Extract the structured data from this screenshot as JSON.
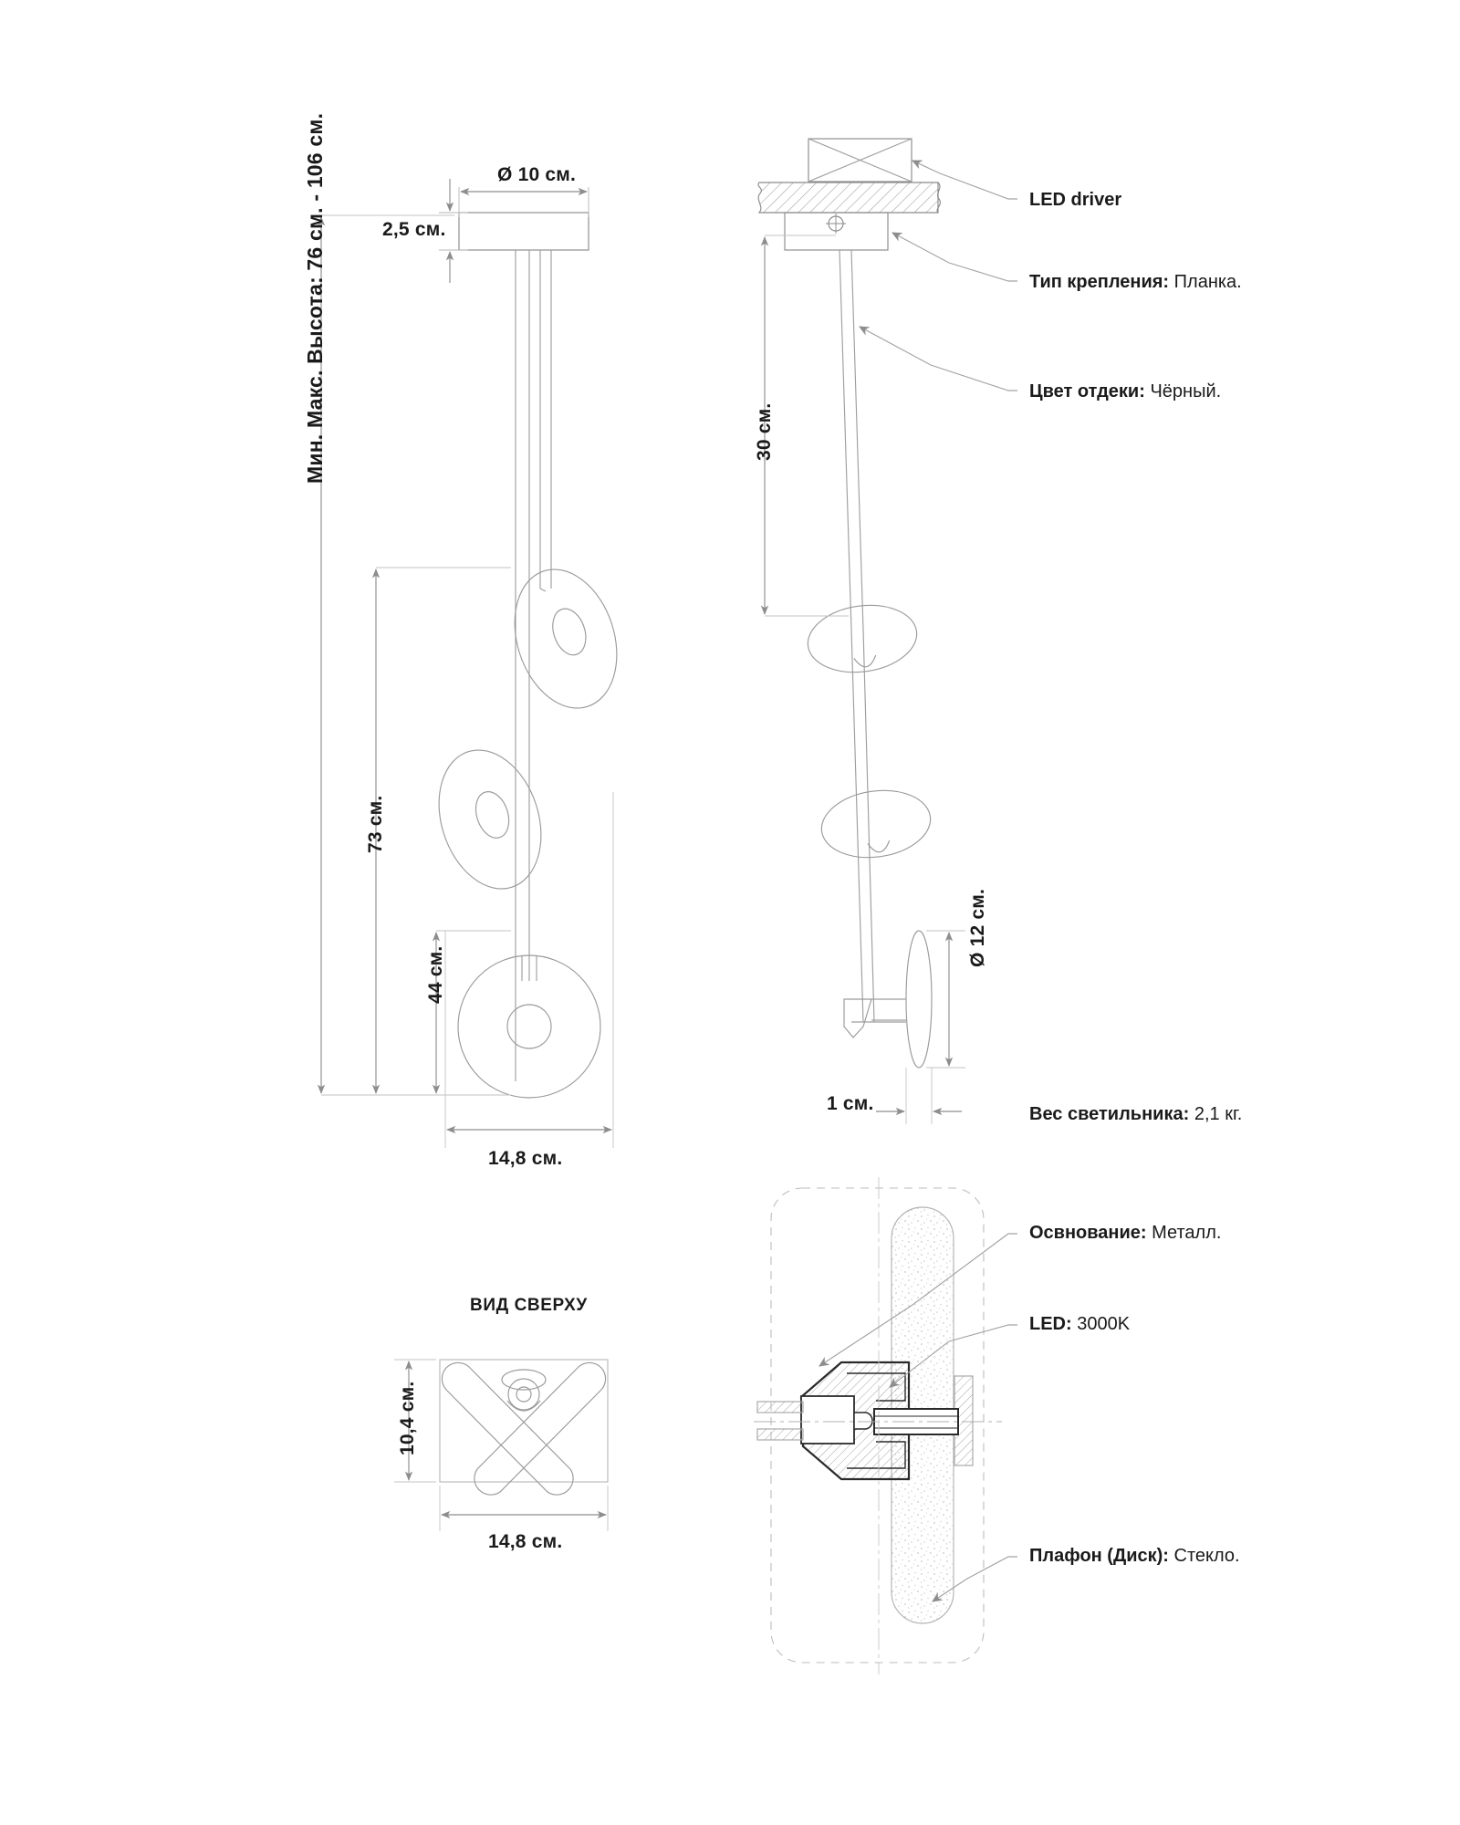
{
  "document": {
    "type": "technical-drawing",
    "subject": "pendant lamp with three glass disc shades",
    "language": "ru"
  },
  "views": {
    "front": {
      "name": "front-elevation",
      "dimensions": {
        "canopy_diameter": "Ø 10 см.",
        "canopy_height": "2,5 см.",
        "overall_height_label": "Мин. Макс. Высота: 76 см. - 106 см.",
        "drop_upper": "73 см.",
        "drop_lower": "44 см.",
        "overall_width": "14,8 см."
      }
    },
    "side": {
      "name": "side-elevation",
      "dimensions": {
        "rod_length": "30 см.",
        "disc_diameter": "Ø 12 см.",
        "disc_thickness": "1 см."
      }
    },
    "top": {
      "name": "top-view",
      "title": "ВИД СВЕРХУ",
      "dimensions": {
        "depth": "10,4 см.",
        "width": "14,8 см."
      }
    },
    "detail": {
      "name": "section-detail",
      "title": ""
    }
  },
  "callouts": [
    {
      "id": "led-driver",
      "key": "LED driver",
      "value": ""
    },
    {
      "id": "mount-type",
      "key": "Тип крепления:",
      "value": "Планка."
    },
    {
      "id": "finish-color",
      "key": "Цвет отдеки:",
      "value": "Чёрный."
    },
    {
      "id": "weight",
      "key": "Вес светильника:",
      "value": "2,1 кг."
    },
    {
      "id": "base",
      "key": "Освнование:",
      "value": "Металл."
    },
    {
      "id": "led",
      "key": "LED:",
      "value": "3000K"
    },
    {
      "id": "shade",
      "key": "Плафон (Диск):",
      "value": "Стекло."
    }
  ],
  "colors": {
    "line": "#9a9a9a",
    "line_dark": "#6f6f6f",
    "text": "#1a1a1a",
    "background": "#ffffff",
    "hatch": "#b0b0b0",
    "stipple": "#c4c4c4"
  }
}
